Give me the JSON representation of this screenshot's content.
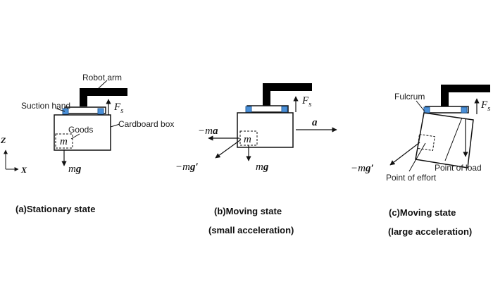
{
  "panel_a": {
    "robot_arm": "Robot arm",
    "suction_hand": "Suction hand",
    "goods": "Goods",
    "cardboard_box": "Cardboard box",
    "mass": "m",
    "fs_main": "F",
    "fs_sub": "s",
    "mg_m": "m",
    "mg_g": "g",
    "caption": "(a)Stationary state"
  },
  "axes": {
    "z": "Z",
    "x": "X"
  },
  "panel_b": {
    "neg_ma_m": "−m",
    "neg_ma_a": "a",
    "a": "a",
    "mass": "m",
    "fs_main": "F",
    "fs_sub": "s",
    "neg_mgp_m": "−m",
    "neg_mgp_g": "g′",
    "mg_m": "m",
    "mg_g": "g",
    "caption_line1": "(b)Moving state",
    "caption_line2": "(small acceleration)"
  },
  "panel_c": {
    "fulcrum": "Fulcrum",
    "fs_main": "F",
    "fs_sub": "s",
    "point_of_load": "Point of load",
    "point_of_effort": "Point of effort",
    "neg_mgp_m": "−m",
    "neg_mgp_g": "g′",
    "caption_line1": "(c)Moving state",
    "caption_line2": "(large acceleration)"
  },
  "colors": {
    "pad": "#4a90d9",
    "pad_stroke": "#2a5f99",
    "ink": "#111111"
  }
}
